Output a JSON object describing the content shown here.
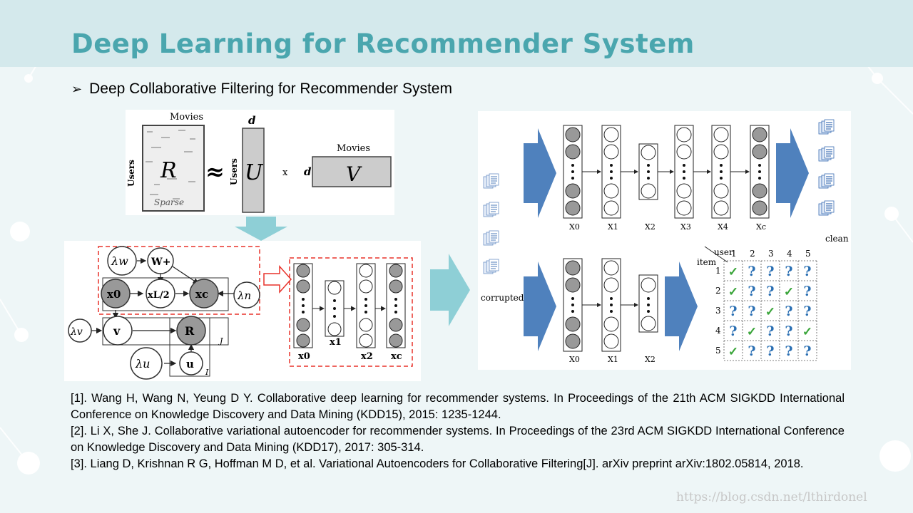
{
  "slide": {
    "title": "Deep Learning for Recommender System",
    "bullet_marker": "➢",
    "bullet": "Deep Collaborative Filtering for Recommender System"
  },
  "factorization": {
    "movies_top": "Movies",
    "users_left": "Users",
    "r_label": "R",
    "sparse": "Sparse",
    "approx": "≈",
    "d_top": "d",
    "users_mid": "Users",
    "u_label": "U",
    "times": "x",
    "d_left": "d",
    "movies_right": "Movies",
    "v_label": "V"
  },
  "graphical_model": {
    "lambda_w": "λw",
    "w_plus": "W+",
    "x0": "x0",
    "x_mid": "xL/2",
    "xc": "xc",
    "lambda_n": "λn",
    "lambda_v": "λv",
    "v": "v",
    "r": "R",
    "j": "J",
    "lambda_u": "λu",
    "u": "u",
    "i": "I"
  },
  "cdl_autoencoder": {
    "labels": [
      "x0",
      "x1",
      "x2",
      "xc"
    ]
  },
  "vae_panel": {
    "top_layer_labels": [
      "X0",
      "X1",
      "X2",
      "X3",
      "X4",
      "Xc"
    ],
    "bottom_layer_labels": [
      "X0",
      "X1",
      "X2"
    ],
    "clean_label": "clean",
    "corrupted_label": "corrupted",
    "matrix": {
      "user_header": "user",
      "item_header": "item",
      "col_labels": [
        "1",
        "2",
        "3",
        "4",
        "5"
      ],
      "row_labels": [
        "1",
        "2",
        "3",
        "4",
        "5"
      ],
      "cells": [
        [
          "check",
          "?",
          "?",
          "?",
          "?"
        ],
        [
          "check",
          "?",
          "?",
          "check",
          "?"
        ],
        [
          "?",
          "?",
          "check",
          "?",
          "?"
        ],
        [
          "?",
          "check",
          "?",
          "?",
          "check"
        ],
        [
          "check",
          "?",
          "?",
          "?",
          "?"
        ]
      ],
      "check_color": "#3aa53a",
      "question_color": "#2a6fb3"
    }
  },
  "references": [
    "[1]. Wang H, Wang N, Yeung D Y. Collaborative deep learning for recommender systems. In Proceedings of the 21th ACM SIGKDD International Conference on Knowledge Discovery and Data Mining (KDD15), 2015: 1235-1244.",
    "[2]. Li X, She J. Collaborative variational autoencoder for recommender systems. In Proceedings of the 23rd ACM SIGKDD International Conference on Knowledge Discovery and Data Mining (KDD17), 2017: 305-314.",
    "[3]. Liang D, Krishnan R G, Hoffman M D, et al. Variational Autoencoders for Collaborative Filtering[J]. arXiv preprint arXiv:1802.05814, 2018."
  ],
  "watermark": "https://blog.csdn.net/lthirdonel",
  "colors": {
    "title": "#4aa6ae",
    "title_band": "#d4e9ec",
    "arrow_blue": "#4f81bd",
    "arrow_teal": "#8ecfd6",
    "red_dashed": "#e8322a"
  }
}
